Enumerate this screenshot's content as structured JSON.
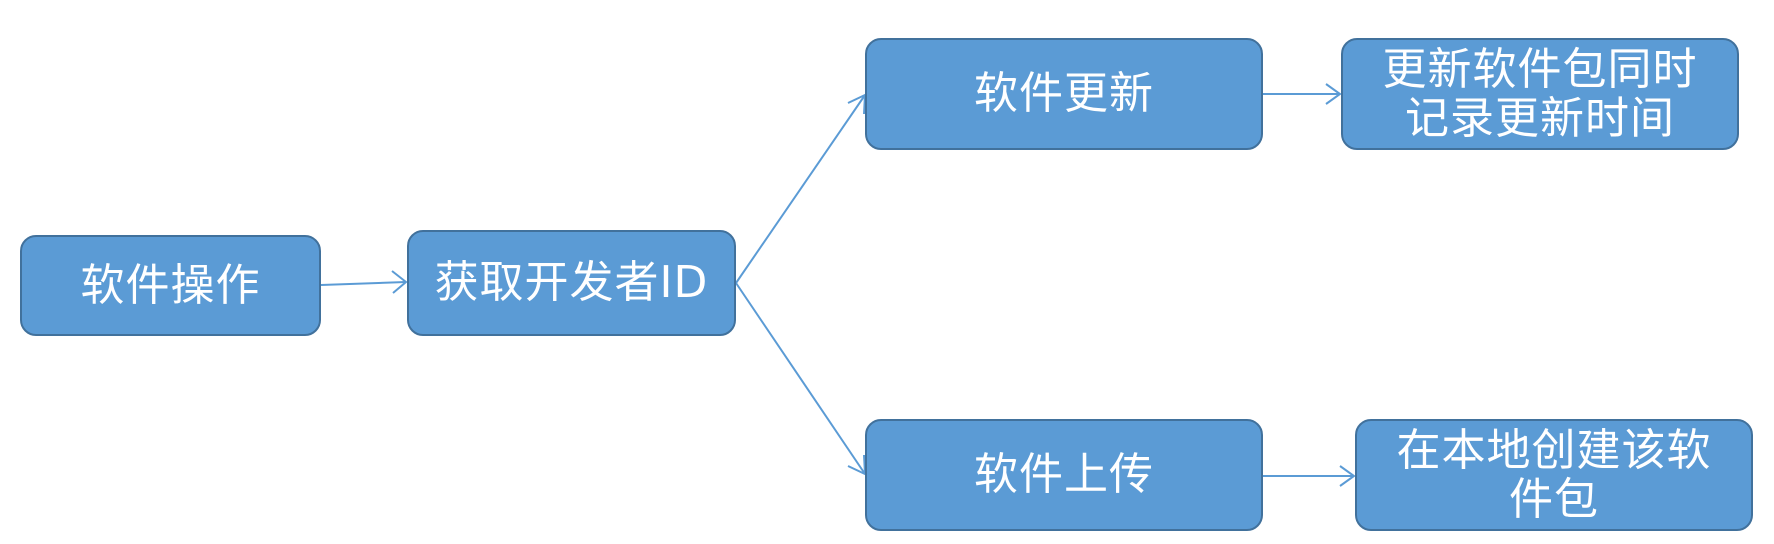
{
  "diagram": {
    "type": "flowchart",
    "colors": {
      "node_fill": "#5b9bd5",
      "node_border": "#41719c",
      "node_text": "#ffffff",
      "edge": "#5b9bd5"
    },
    "nodes": {
      "software_operation": "软件操作",
      "get_developer_id": "获取开发者ID",
      "software_update": "软件更新",
      "software_upload": "软件上传",
      "record_update_time": [
        "更新软件包同时",
        "记录更新时间"
      ],
      "create_local_package": [
        "在本地创建该软",
        "件包"
      ]
    },
    "edges": [
      {
        "from": "software_operation",
        "to": "get_developer_id"
      },
      {
        "from": "get_developer_id",
        "to": "software_update"
      },
      {
        "from": "get_developer_id",
        "to": "software_upload"
      },
      {
        "from": "software_update",
        "to": "record_update_time"
      },
      {
        "from": "software_upload",
        "to": "create_local_package"
      }
    ]
  }
}
